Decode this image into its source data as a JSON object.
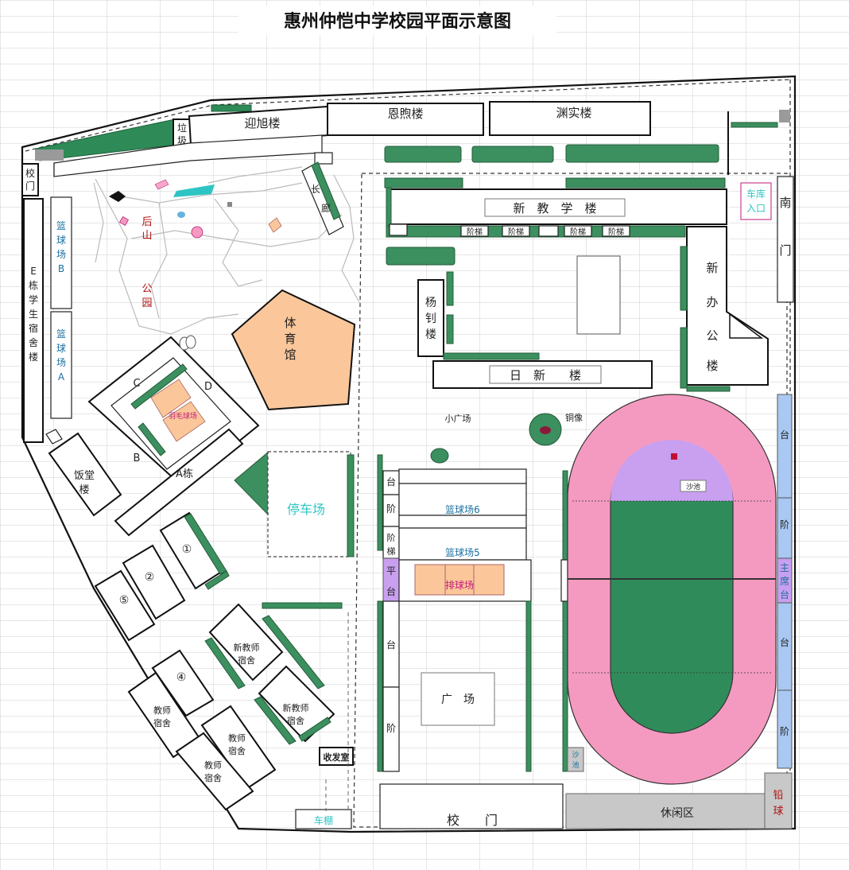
{
  "title": "惠州仲恺中学校园平面示意图",
  "colors": {
    "grid": "#c9c9c9",
    "tree_green": "#2e8b57",
    "field_green": "#2f8c5a",
    "track_pink": "#f49ac1",
    "pitch_purple": "#c9a0f0",
    "stand_blue": "#a9c8f2",
    "gym_orange": "#fbc79a",
    "leisure_gray": "#c8c8c8",
    "label_blue": "#1a6fa0",
    "label_magenta": "#c2187a",
    "label_red": "#b01010"
  },
  "labels": {
    "yingxu": "迎旭楼",
    "enxu": "恩煦楼",
    "yuanshi": "渊实楼",
    "laji_1": "垃",
    "laji_2": "圾",
    "xiaomen_1": "校",
    "xiaomen_2": "门",
    "e_dorm": [
      "E",
      "栋",
      "学",
      "生",
      "宿",
      "舍",
      "楼"
    ],
    "court_b": [
      "篮",
      "球",
      "场",
      "B"
    ],
    "court_a": [
      "篮",
      "球",
      "场",
      "A"
    ],
    "houshan_1": "后",
    "houshan_2": "山",
    "park_1": "公",
    "park_2": "园",
    "corridor_1": "长",
    "corridor_2": "廊",
    "gym": [
      "体",
      "育",
      "馆"
    ],
    "xinjiao": "新　教　学　楼",
    "jielou": "阶梯",
    "yangzhao": [
      "杨",
      "钊",
      "楼"
    ],
    "rixin": "日　新　　楼",
    "xinban": [
      "新",
      "办",
      "公",
      "楼"
    ],
    "garage_1": "车库",
    "garage_2": "入口",
    "nanmen": [
      "南",
      "门"
    ],
    "plaza_small": "小广场",
    "statue": "铜像",
    "dorm_c": "C",
    "dorm_d": "D",
    "dorm_b": "B",
    "dorm_a": "A栋",
    "inner_court": "羽毛球场",
    "canteen_1": "饭堂",
    "canteen_2": "楼",
    "parking": "停车场",
    "n1": "①",
    "n2": "②",
    "n4": "④",
    "n5": "⑤",
    "new_teacher_1": "新教师",
    "new_teacher_2": "宿舍",
    "teacher_1": "教师",
    "teacher_2": "宿舍",
    "gatehouse": "收发室",
    "shed": "车棚",
    "court6": "篮球场6",
    "court5": "篮球场5",
    "volley": "排球场",
    "tai": "台",
    "jie": "阶",
    "jie_lou_1": "阶",
    "jie_lou_2": "梯",
    "pingtai_1": "平",
    "pingtai_2": "台",
    "square": "广　场",
    "school_gate": "校　　门",
    "sand": "沙池",
    "sand_1": "沙",
    "sand_2": "池",
    "leisure": "休闲区",
    "shotput_1": "铅",
    "shotput_2": "球",
    "stand_main": [
      "主",
      "席",
      "台"
    ]
  }
}
